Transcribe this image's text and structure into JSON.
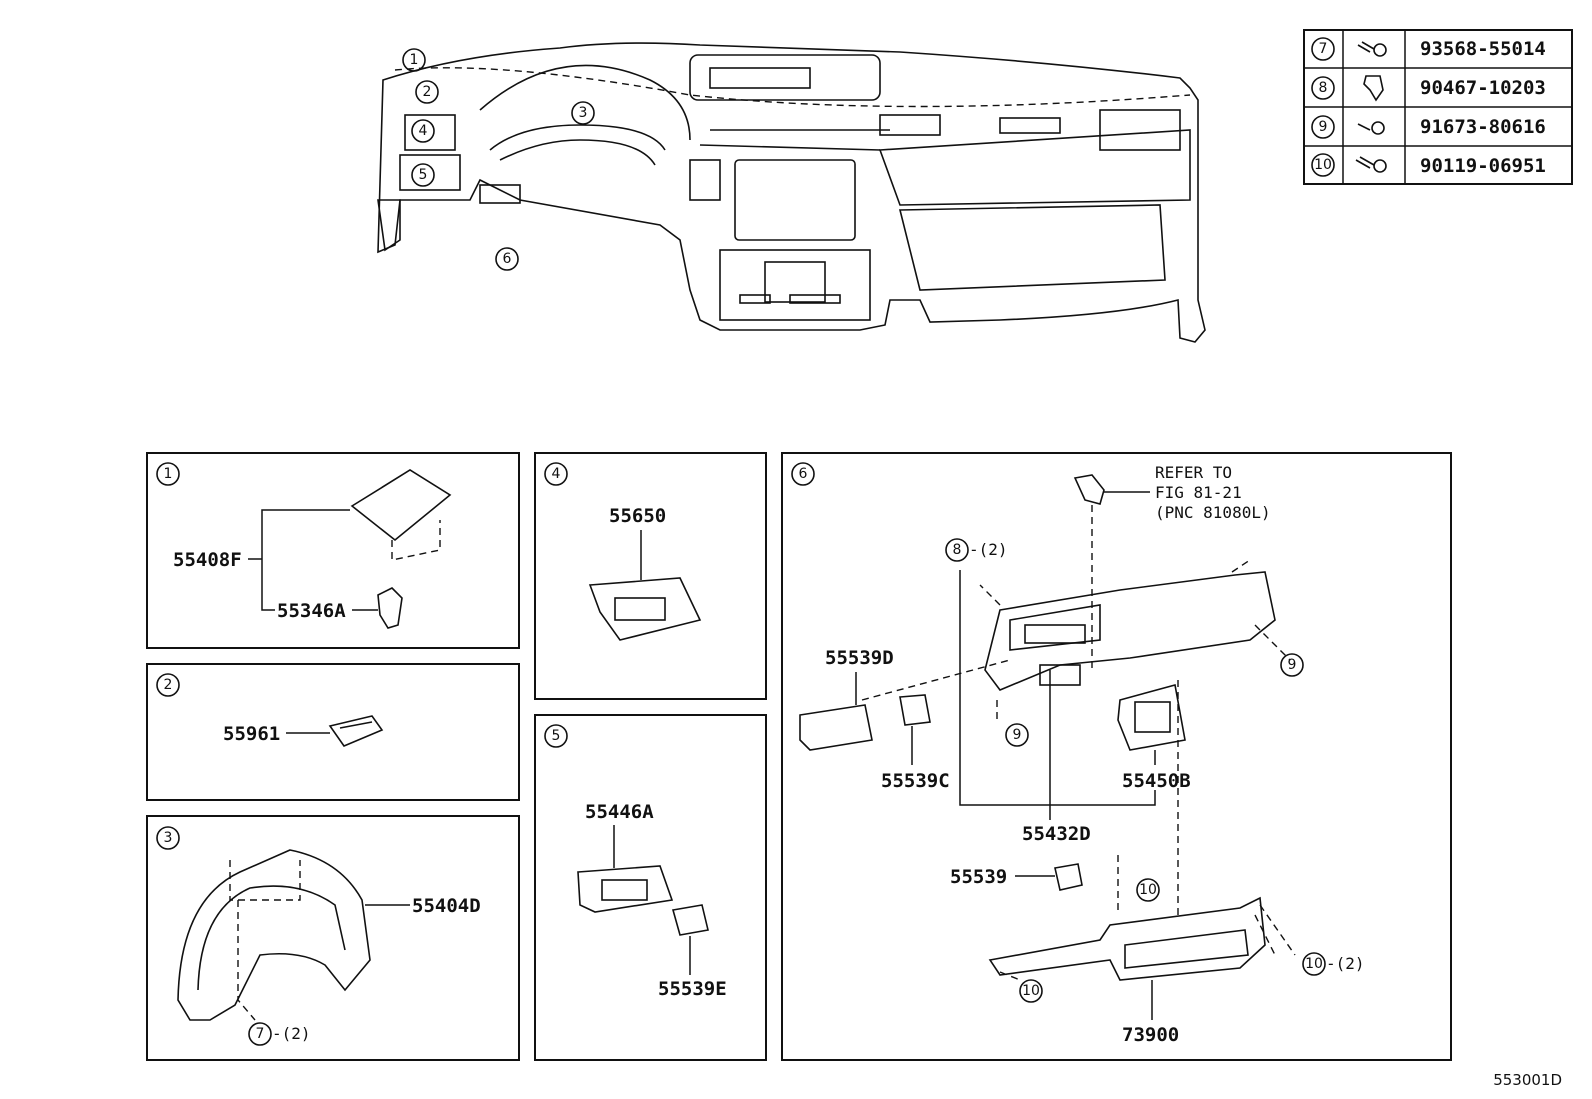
{
  "fastener_table": [
    {
      "callout": "7",
      "icon": "bolt-icon",
      "part_no": "93568-55014"
    },
    {
      "callout": "8",
      "icon": "clip-icon",
      "part_no": "90467-10203"
    },
    {
      "callout": "9",
      "icon": "screw-icon",
      "part_no": "91673-80616"
    },
    {
      "callout": "10",
      "icon": "bolt-icon",
      "part_no": "90119-06951"
    }
  ],
  "overview_callouts": [
    "1",
    "2",
    "3",
    "4",
    "5",
    "6"
  ],
  "panels": {
    "p1": {
      "num": "1",
      "labels": {
        "a": "55408F",
        "b": "55346A"
      }
    },
    "p2": {
      "num": "2",
      "labels": {
        "a": "55961"
      }
    },
    "p3": {
      "num": "3",
      "labels": {
        "a": "55404D"
      },
      "fastener": {
        "num": "7",
        "qty": "-(2)"
      }
    },
    "p4": {
      "num": "4",
      "labels": {
        "a": "55650"
      }
    },
    "p5": {
      "num": "5",
      "labels": {
        "a": "55446A",
        "b": "55539E"
      }
    },
    "p6": {
      "num": "6",
      "refer": [
        "REFER TO",
        "FIG 81-21",
        "(PNC 81080L)"
      ],
      "labels": {
        "a": "55539D",
        "b": "55539C",
        "c": "55450B",
        "d": "55432D",
        "e": "55539",
        "f": "73900"
      },
      "callouts": {
        "c8": "8",
        "c8qty": "-(2)",
        "c9a": "9",
        "c9b": "9",
        "c10a": "10",
        "c10b": "10",
        "c10c": "10",
        "c10cqty": "-(2)"
      }
    }
  },
  "ref_code": "553001D"
}
